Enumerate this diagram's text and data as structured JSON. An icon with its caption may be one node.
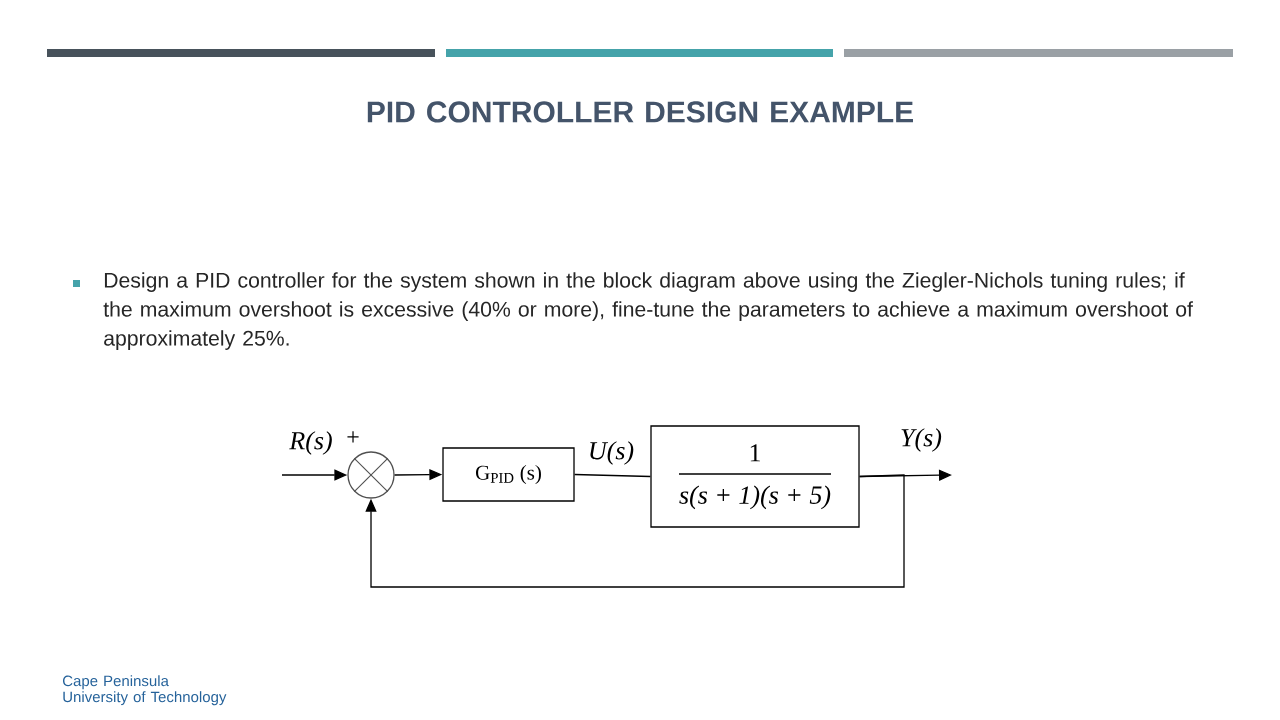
{
  "diagram": {
    "title": "PID CONTROLLER DESIGN EXAMPLE",
    "nodes": [
      {
        "text": [],
        "shape": "circle",
        "beside": [
          "+"
        ]
      },
      {
        "text": [
          "G$_{PID}$ (s)"
        ]
      },
      {
        "text": [
          "1",
          "s(s + 1)(s + 5)"
        ]
      }
    ],
    "edges": [
      {
        "from": null,
        "to": 0,
        "arrow": "to",
        "label": "R(s)"
      },
      {
        "from": 0,
        "to": 1,
        "arrow": "to"
      },
      {
        "from": 1,
        "to": 2,
        "arrow": "none",
        "label": "U(s)"
      },
      {
        "from": 2,
        "to": null,
        "arrow": "to",
        "label": "Y(s)"
      },
      {
        "from": 2,
        "to": 0,
        "arrow": "to"
      }
    ],
    "labels": [
      "Design a PID controller for the system shown in the block diagram above using the Ziegler-Nichols tuning rules; if the maximum overshoot is excessive (40% or more), fine-tune the parameters to achieve a maximum overshoot of approximately 25%.",
      "Cape Peninsula University of Technology"
    ]
  }
}
